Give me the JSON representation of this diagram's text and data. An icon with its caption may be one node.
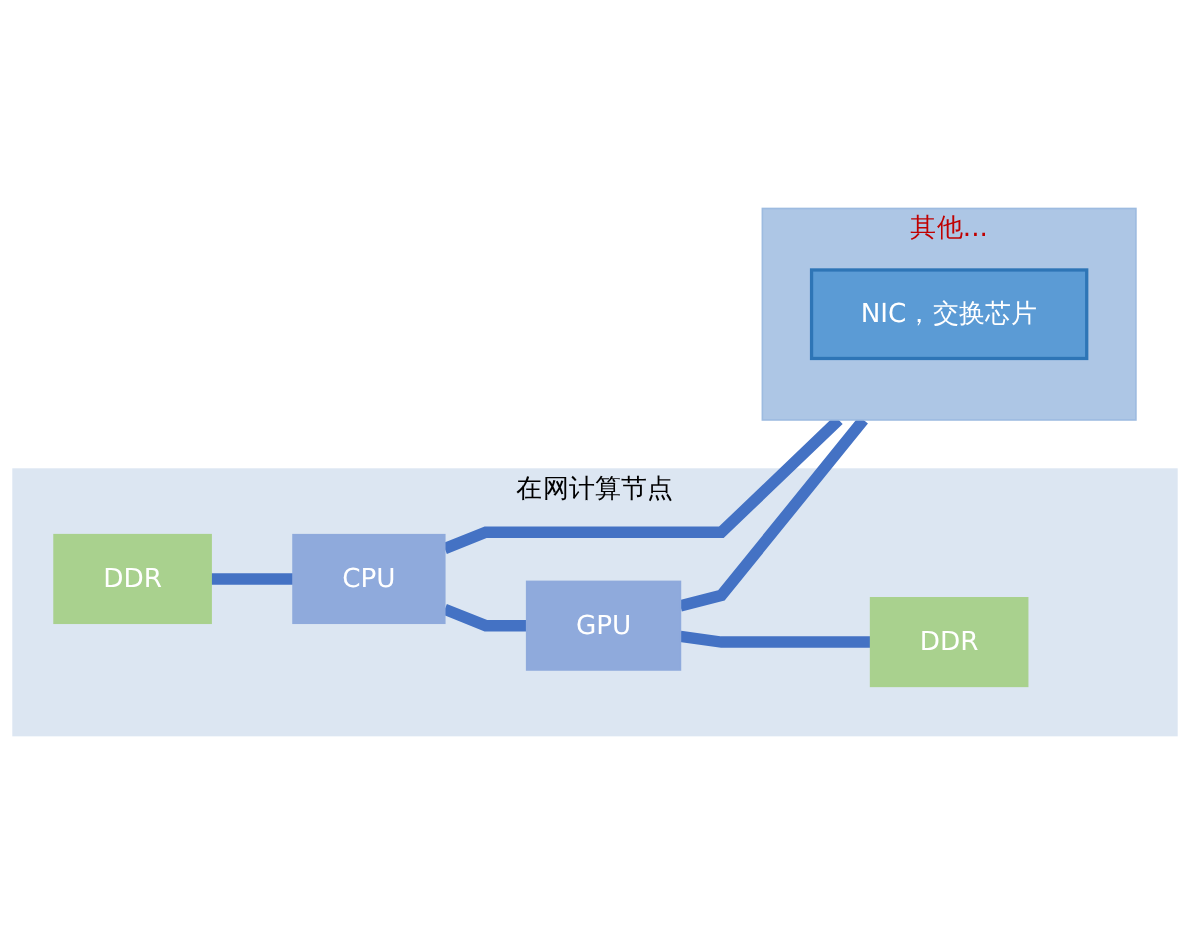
{
  "diagram": {
    "nodes": [
      {
        "text": [
          "在网计算节点"
        ]
      },
      {
        "text": [
          "DDR"
        ],
        "in": 0
      },
      {
        "text": [
          "CPU"
        ],
        "in": 0
      },
      {
        "text": [
          "GPU"
        ],
        "in": 0
      },
      {
        "text": [
          "DDR"
        ],
        "in": 0
      },
      {
        "text": [
          "其他..."
        ]
      },
      {
        "text": [
          "NIC，交换芯片"
        ],
        "in": 5
      }
    ],
    "edges": [
      {
        "from": 1,
        "to": 2,
        "arrow": "none"
      },
      {
        "from": 2,
        "to": 3,
        "arrow": "none"
      },
      {
        "from": 3,
        "to": 4,
        "arrow": "none"
      },
      {
        "from": 2,
        "to": 5,
        "arrow": "none"
      },
      {
        "from": 3,
        "to": 5,
        "arrow": "none"
      }
    ]
  }
}
